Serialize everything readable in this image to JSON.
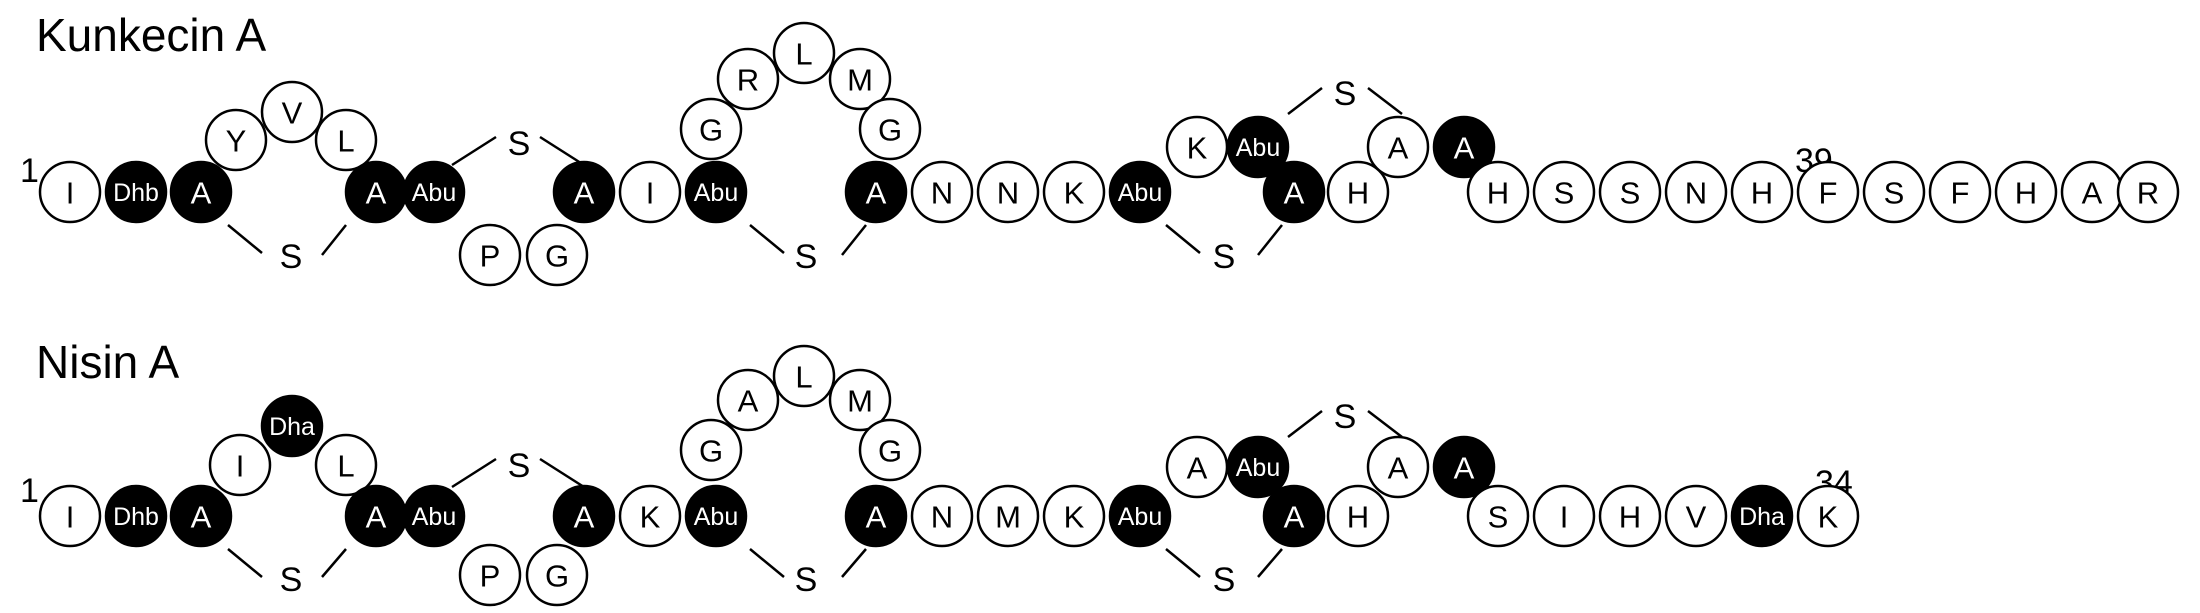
{
  "peptides": [
    {
      "name": "Kunkecin A",
      "start_number": "1",
      "end_number": "39",
      "residues": [
        "I",
        "Dhb",
        "A",
        "Y",
        "V",
        "L",
        "A",
        "Abu",
        "P",
        "G",
        "A",
        "I",
        "Abu",
        "G",
        "R",
        "L",
        "M",
        "G",
        "A",
        "N",
        "N",
        "K",
        "Abu",
        "K",
        "Abu",
        "A",
        "A",
        "H",
        "A",
        "H",
        "S",
        "S",
        "N",
        "H",
        "F",
        "S",
        "F",
        "H",
        "A",
        "R"
      ],
      "bridge_label": "S"
    },
    {
      "name": "Nisin A",
      "start_number": "1",
      "end_number": "34",
      "residues": [
        "I",
        "Dhb",
        "A",
        "I",
        "Dha",
        "L",
        "A",
        "Abu",
        "P",
        "G",
        "A",
        "K",
        "Abu",
        "G",
        "A",
        "L",
        "M",
        "G",
        "A",
        "N",
        "M",
        "K",
        "Abu",
        "A",
        "Abu",
        "A",
        "A",
        "H",
        "A",
        "S",
        "I",
        "H",
        "V",
        "Dha",
        "K"
      ],
      "bridge_label": "S"
    }
  ]
}
